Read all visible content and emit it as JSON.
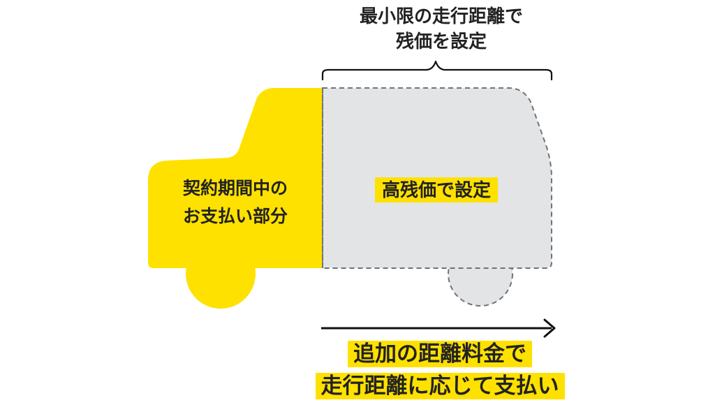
{
  "colors": {
    "yellow": "#FFE100",
    "gray_fill": "#E3E4E5",
    "dash_stroke": "#6F7278",
    "text": "#222222",
    "arrow": "#111111"
  },
  "top_caption": {
    "line1": "最小限の走行距離で",
    "line2": "残価を設定"
  },
  "paid_part": {
    "line1": "契約期間中の",
    "line2": "お支払い部分"
  },
  "residual": {
    "label": "高残価で設定"
  },
  "bottom_caption": {
    "line1": "追加の距離料金で",
    "line2": "走行距離に応じて支払い"
  },
  "icons": {
    "car": "car-silhouette-icon",
    "arrow": "arrow-right-icon",
    "brace": "curly-brace-icon"
  }
}
